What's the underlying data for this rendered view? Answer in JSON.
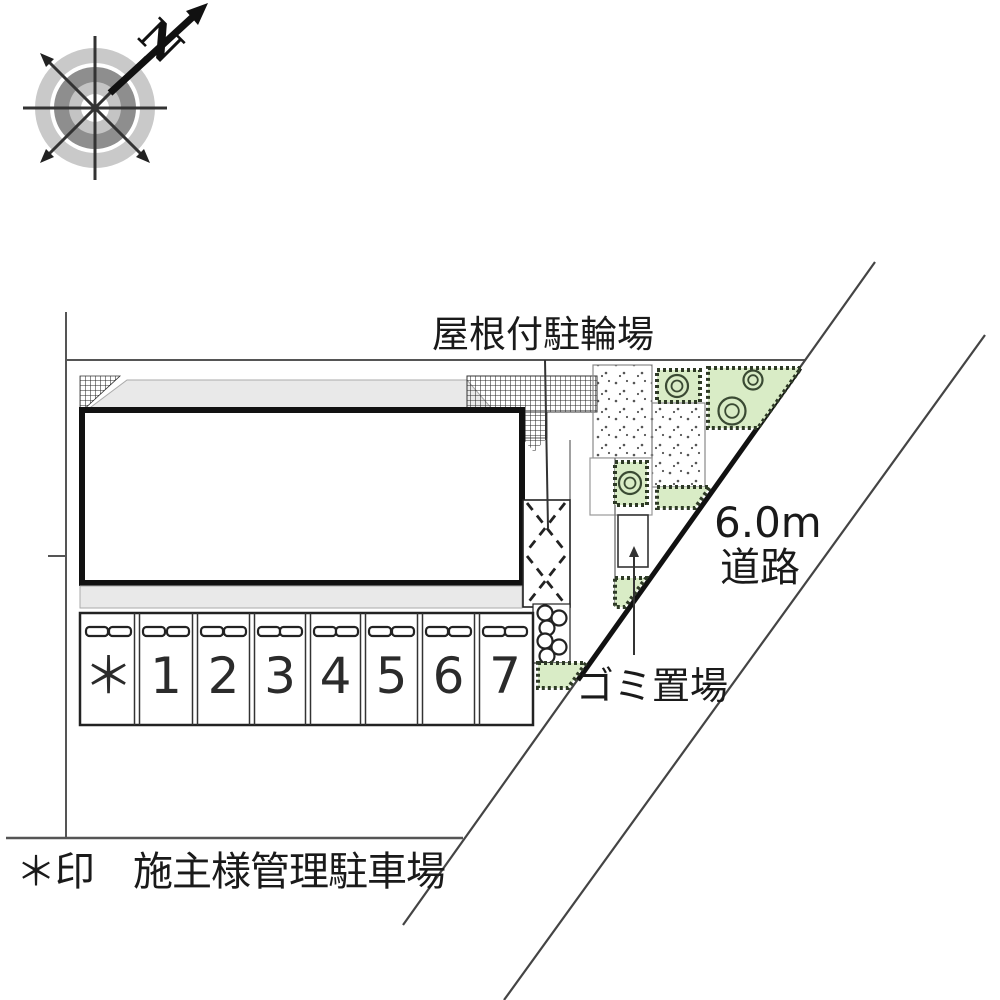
{
  "compass": {
    "north": "N"
  },
  "labels": {
    "bicycle_parking": "屋根付駐輪場",
    "road_width": "6.0m",
    "road": "道路",
    "garbage": "ゴミ置場",
    "note": "＊印　施主様管理駐車場"
  },
  "parking": {
    "spaces": [
      {
        "label": "＊"
      },
      {
        "label": "1"
      },
      {
        "label": "2"
      },
      {
        "label": "3"
      },
      {
        "label": "4"
      },
      {
        "label": "5"
      },
      {
        "label": "6"
      },
      {
        "label": "7"
      }
    ]
  },
  "colors": {
    "planting_green": "#d9ecc6",
    "planting_border": "#2e3a26",
    "roof_gray": "#e9e9e9",
    "line_dark": "#1a1a1a",
    "boundary_gray": "#555555",
    "compass_outer_ring": "#c9c9c9",
    "compass_inner_ring": "#8e8e8e"
  }
}
